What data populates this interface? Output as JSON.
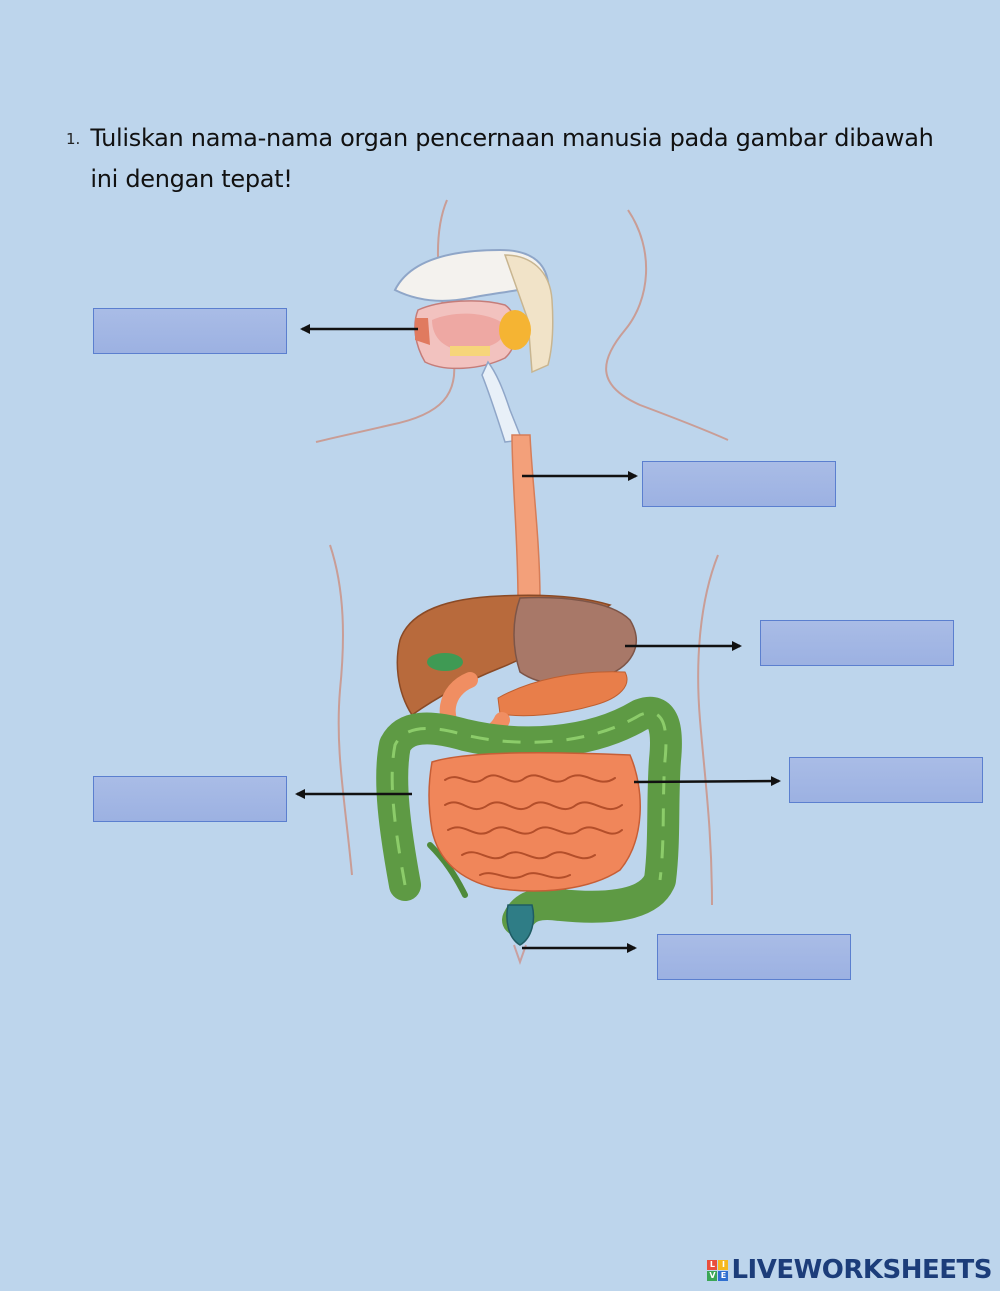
{
  "question": {
    "number": "1.",
    "text": "Tuliskan nama-nama organ pencernaan manusia pada gambar dibawah ini dengan tepat!"
  },
  "answer_boxes": [
    {
      "id": "mouth",
      "value": ""
    },
    {
      "id": "esophagus",
      "value": ""
    },
    {
      "id": "stomach",
      "value": ""
    },
    {
      "id": "large-intestine",
      "value": ""
    },
    {
      "id": "small-intestine",
      "value": ""
    },
    {
      "id": "anus",
      "value": ""
    }
  ],
  "brand": {
    "logo_letters": [
      "L",
      "I",
      "V",
      "E"
    ],
    "name": "LIVEWORKSHEETS"
  },
  "colors": {
    "background": "#bdd5ec",
    "answer_box": "#a4b8e4",
    "answer_border": "#5b7fcf",
    "liver": "#b86a3c",
    "stomach": "#a87868",
    "intestine_small": "#f0865a",
    "intestine_large": "#5e9a44",
    "esophagus": "#f3a07a"
  }
}
